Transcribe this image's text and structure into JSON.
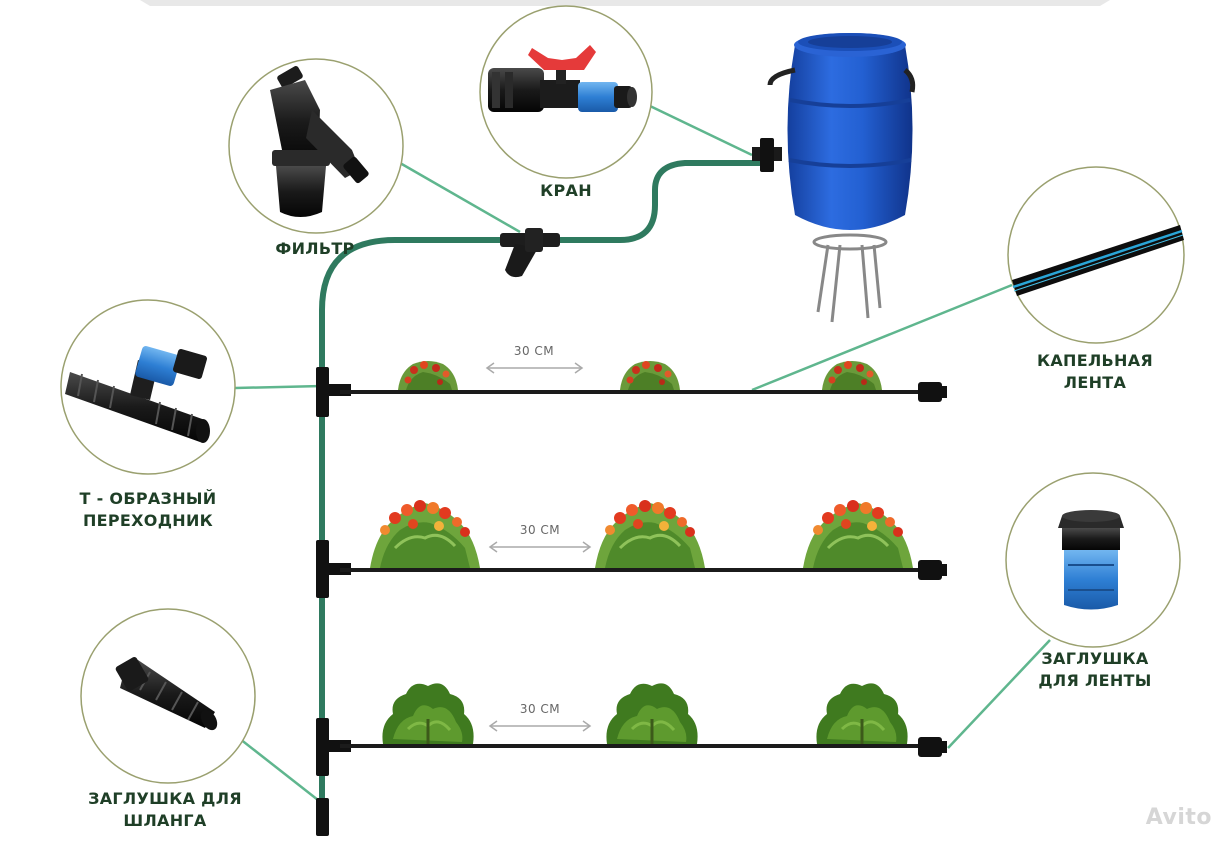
{
  "labels": {
    "valve": "КРАН",
    "filter": "ФИЛЬТР",
    "tee_line1": "Т - ОБРАЗНЫЙ",
    "tee_line2": "ПЕРЕХОДНИК",
    "tape_line1": "КАПЕЛЬНАЯ",
    "tape_line2": "ЛЕНТА",
    "tape_plug_line1": "ЗАГЛУШКА",
    "tape_plug_line2": "ДЛЯ ЛЕНТЫ",
    "hose_plug_line1": "ЗАГЛУШКА ДЛЯ",
    "hose_plug_line2": "ШЛАНГА"
  },
  "spacing": {
    "row1": "30 СМ",
    "row2": "30 СМ",
    "row3": "30 СМ"
  },
  "watermark": "Avito",
  "colors": {
    "hose": "#2f7a5f",
    "connector": "#4fae8c",
    "tape": "#1b1b1b",
    "barrel": "#1f56c9",
    "valve_handle": "#e53a3a",
    "fitting_blue": "#3a86d6",
    "label_text": "#1f3f27",
    "circle_border": "#9aa06f"
  },
  "icons": [
    "valve-icon",
    "filter-icon",
    "barrel-icon",
    "tee-adapter-icon",
    "drip-tape-icon",
    "tape-plug-icon",
    "hose-plug-icon",
    "tomato-plant-icon"
  ]
}
